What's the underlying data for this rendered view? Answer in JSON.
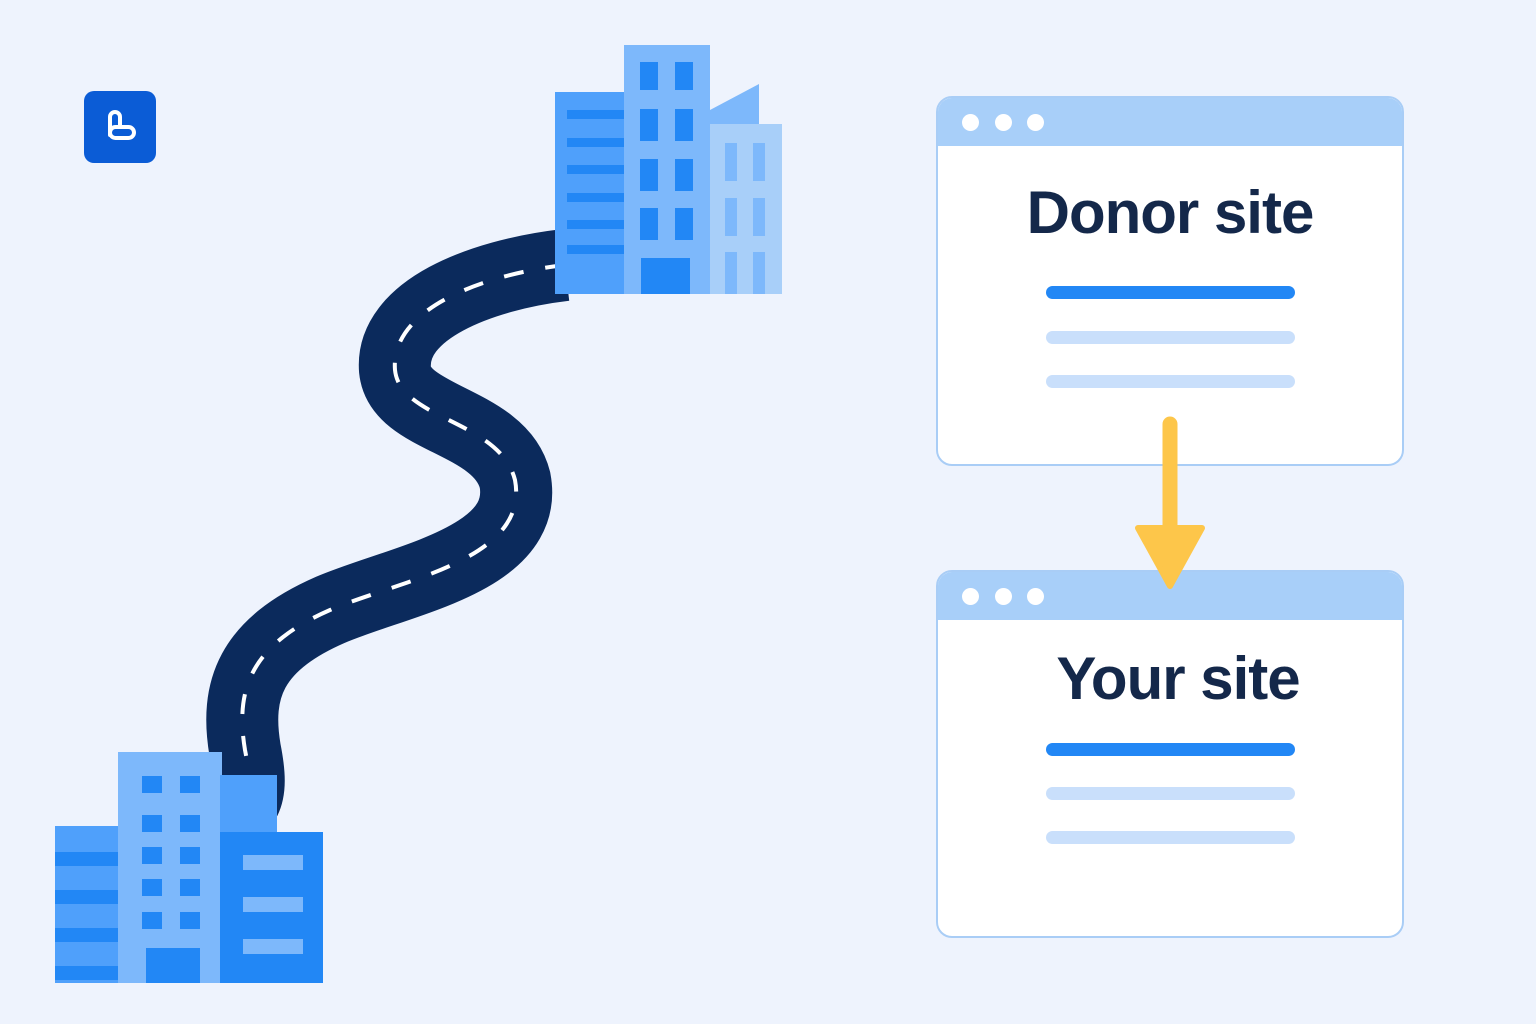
{
  "logo": {
    "icon": "link-b-logo-icon",
    "color": "#0b5cd6"
  },
  "illustration": {
    "road": {
      "color": "#0b2a5c",
      "dash_color": "#ffffff"
    },
    "building_colors": [
      "#2287f5",
      "#4fa0fb",
      "#7db8fb",
      "#a8cff9"
    ]
  },
  "donor_window": {
    "title": "Donor site",
    "dots": 3,
    "bars": [
      "primary",
      "muted",
      "muted"
    ]
  },
  "arrow": {
    "direction": "down",
    "color": "#fdc64a"
  },
  "your_window": {
    "title": "Your site",
    "dots": 3,
    "bars": [
      "primary",
      "muted",
      "muted"
    ]
  },
  "colors": {
    "background": "#eef3fd",
    "window_border": "#a9cdf6",
    "titlebar": "#a8cff9",
    "text": "#14284a"
  }
}
